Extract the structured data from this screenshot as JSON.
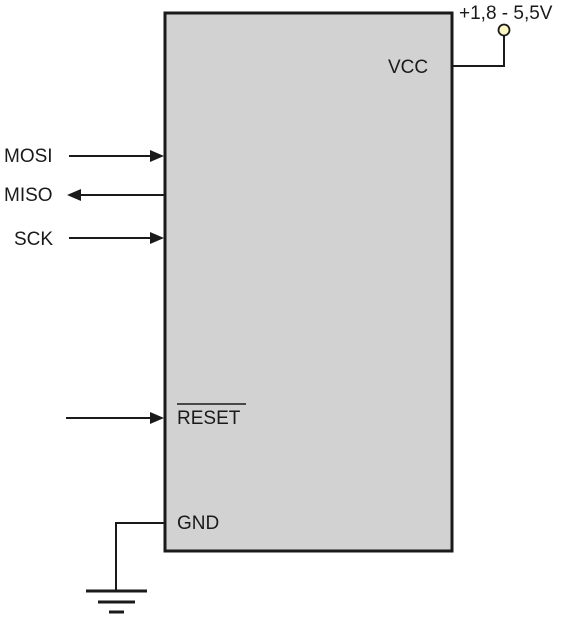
{
  "supply": {
    "voltage_label": "+1,8 - 5,5V"
  },
  "chip": {
    "pins": {
      "vcc": "VCC",
      "reset": "RESET",
      "gnd": "GND"
    }
  },
  "signals": {
    "mosi": "MOSI",
    "miso": "MISO",
    "sck": "SCK"
  },
  "colors": {
    "chip_fill": "#d2d2d2",
    "stroke": "#1a1a1a",
    "terminal_fill": "#fdf7c2"
  }
}
